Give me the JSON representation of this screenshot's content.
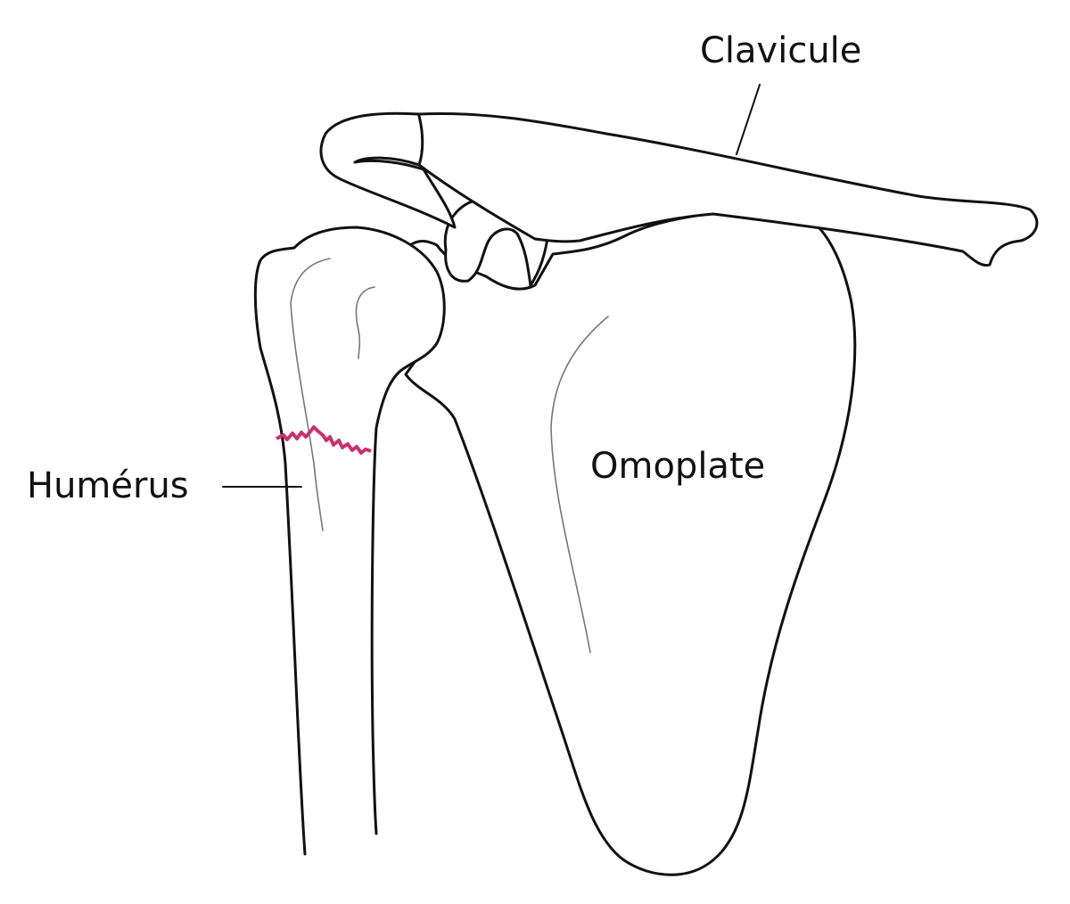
{
  "labels": {
    "clavicle": "Clavicule",
    "humerus": "Humérus",
    "scapula": "Omoplate"
  },
  "colors": {
    "outline": "#111111",
    "fracture": "#cc2f6e"
  }
}
